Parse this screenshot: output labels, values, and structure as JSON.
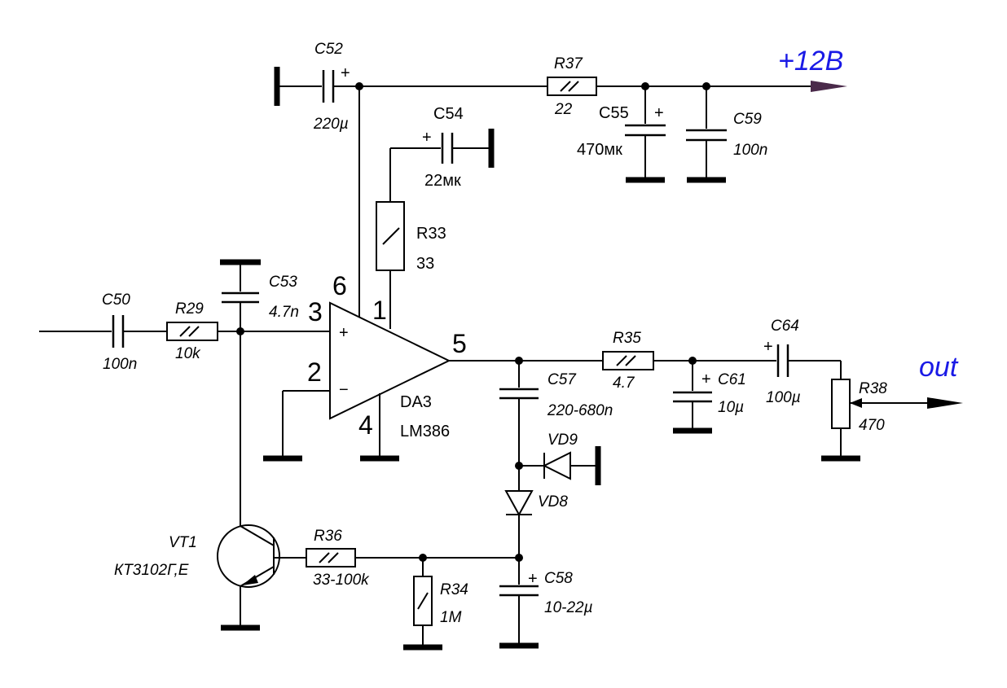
{
  "net_labels": {
    "supply": "+12В",
    "output": "out"
  },
  "chip": {
    "name": "DA3",
    "model": "LM386",
    "pin_in_plus": "3",
    "pin_in_minus": "2",
    "pin_v": "6",
    "pin_gain": "1",
    "pin_gnd": "4",
    "pin_out": "5",
    "plus_sign": "+",
    "minus_sign": "−"
  },
  "components": {
    "C50": {
      "ref": "C50",
      "value": "100n"
    },
    "R29": {
      "ref": "R29",
      "value": "10k"
    },
    "C53": {
      "ref": "C53",
      "value": "4.7n"
    },
    "C52": {
      "ref": "C52",
      "value": "220µ"
    },
    "R37": {
      "ref": "R37",
      "value": "22"
    },
    "C55": {
      "ref": "C55",
      "value": "470мк"
    },
    "C59": {
      "ref": "C59",
      "value": "100n"
    },
    "C54": {
      "ref": "C54",
      "value": "22мк"
    },
    "R33": {
      "ref": "R33",
      "value": "33"
    },
    "R35": {
      "ref": "R35",
      "value": "4.7"
    },
    "C57": {
      "ref": "C57",
      "value": "220-680n"
    },
    "C61": {
      "ref": "C61",
      "value": "10µ"
    },
    "C64": {
      "ref": "C64",
      "value": "100µ"
    },
    "R38": {
      "ref": "R38",
      "value": "470"
    },
    "VD9": {
      "ref": "VD9"
    },
    "VD8": {
      "ref": "VD8"
    },
    "VT1": {
      "ref": "VT1",
      "value": "КТ3102Г,Е"
    },
    "R36": {
      "ref": "R36",
      "value": "33-100k"
    },
    "R34": {
      "ref": "R34",
      "value": "1M"
    },
    "C58": {
      "ref": "C58",
      "value": "10-22µ"
    }
  },
  "polarity_mark": "+",
  "colors": {
    "net_label": "#1a1ae6",
    "wire": "#000000",
    "supply_arrow": "#4a2a4a"
  }
}
